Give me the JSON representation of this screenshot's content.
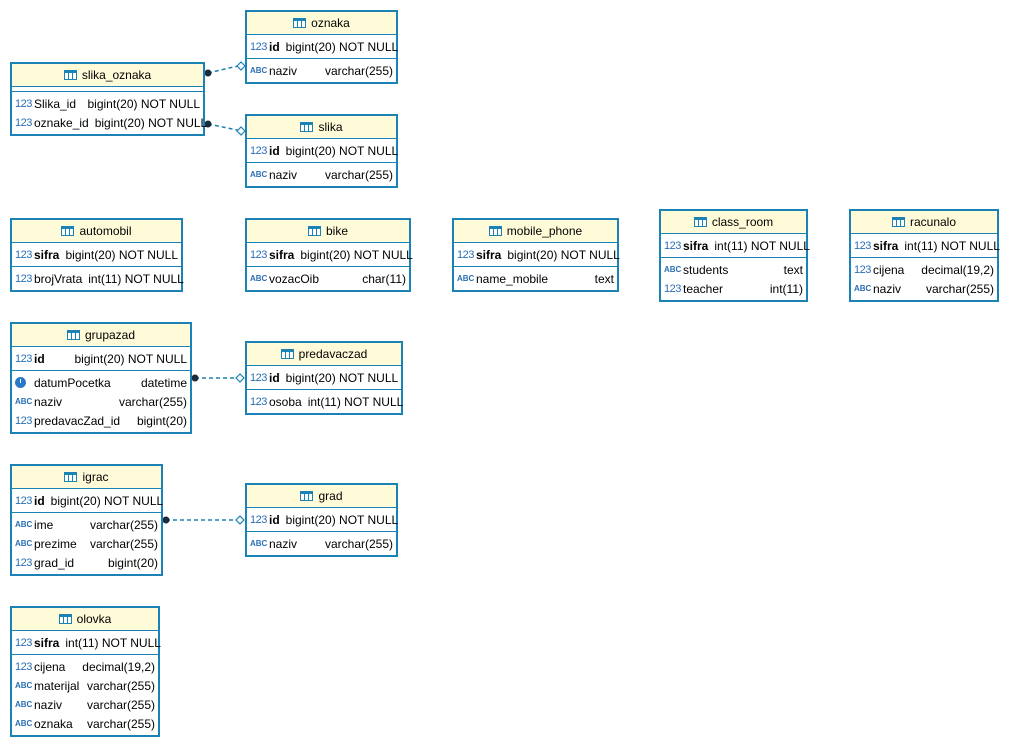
{
  "tables": {
    "oznaka": {
      "name": "oznaka",
      "pk": [
        {
          "icon": "numeric-key-icon",
          "name": "id",
          "type": "bigint(20) NOT NULL"
        }
      ],
      "cols": [
        {
          "icon": "string-icon",
          "name": "naziv",
          "type": "varchar(255)"
        }
      ]
    },
    "slika_oznaka": {
      "name": "slika_oznaka",
      "pk": [],
      "cols": [
        {
          "icon": "numeric-fk-icon",
          "name": "Slika_id",
          "type": "bigint(20) NOT NULL"
        },
        {
          "icon": "numeric-fk-icon",
          "name": "oznake_id",
          "type": "bigint(20) NOT NULL"
        }
      ]
    },
    "slika": {
      "name": "slika",
      "pk": [
        {
          "icon": "numeric-key-icon",
          "name": "id",
          "type": "bigint(20) NOT NULL"
        }
      ],
      "cols": [
        {
          "icon": "string-icon",
          "name": "naziv",
          "type": "varchar(255)"
        }
      ]
    },
    "automobil": {
      "name": "automobil",
      "pk": [
        {
          "icon": "numeric-key-icon",
          "name": "sifra",
          "type": "bigint(20) NOT NULL"
        }
      ],
      "cols": [
        {
          "icon": "numeric-icon",
          "name": "brojVrata",
          "type": "int(11) NOT NULL"
        }
      ]
    },
    "bike": {
      "name": "bike",
      "pk": [
        {
          "icon": "numeric-key-icon",
          "name": "sifra",
          "type": "bigint(20) NOT NULL"
        }
      ],
      "cols": [
        {
          "icon": "string-icon",
          "name": "vozacOib",
          "type": "char(11)"
        }
      ]
    },
    "mobile_phone": {
      "name": "mobile_phone",
      "pk": [
        {
          "icon": "numeric-key-icon",
          "name": "sifra",
          "type": "bigint(20) NOT NULL"
        }
      ],
      "cols": [
        {
          "icon": "string-icon",
          "name": "name_mobile",
          "type": "text"
        }
      ]
    },
    "class_room": {
      "name": "class_room",
      "pk": [
        {
          "icon": "numeric-key-icon",
          "name": "sifra",
          "type": "int(11) NOT NULL"
        }
      ],
      "cols": [
        {
          "icon": "string-icon",
          "name": "students",
          "type": "text"
        },
        {
          "icon": "numeric-icon",
          "name": "teacher",
          "type": "int(11)"
        }
      ]
    },
    "racunalo": {
      "name": "racunalo",
      "pk": [
        {
          "icon": "numeric-key-icon",
          "name": "sifra",
          "type": "int(11) NOT NULL"
        }
      ],
      "cols": [
        {
          "icon": "numeric-icon",
          "name": "cijena",
          "type": "decimal(19,2)"
        },
        {
          "icon": "string-icon",
          "name": "naziv",
          "type": "varchar(255)"
        }
      ]
    },
    "grupazad": {
      "name": "grupazad",
      "pk": [
        {
          "icon": "numeric-key-icon",
          "name": "id",
          "type": "bigint(20) NOT NULL"
        }
      ],
      "cols": [
        {
          "icon": "clock-icon",
          "name": "datumPocetka",
          "type": "datetime"
        },
        {
          "icon": "string-icon",
          "name": "naziv",
          "type": "varchar(255)"
        },
        {
          "icon": "numeric-fk-icon",
          "name": "predavacZad_id",
          "type": "bigint(20)"
        }
      ]
    },
    "predavaczad": {
      "name": "predavaczad",
      "pk": [
        {
          "icon": "numeric-key-icon",
          "name": "id",
          "type": "bigint(20) NOT NULL"
        }
      ],
      "cols": [
        {
          "icon": "numeric-icon",
          "name": "osoba",
          "type": "int(11) NOT NULL"
        }
      ]
    },
    "igrac": {
      "name": "igrac",
      "pk": [
        {
          "icon": "numeric-key-icon",
          "name": "id",
          "type": "bigint(20) NOT NULL"
        }
      ],
      "cols": [
        {
          "icon": "string-icon",
          "name": "ime",
          "type": "varchar(255)"
        },
        {
          "icon": "string-icon",
          "name": "prezime",
          "type": "varchar(255)"
        },
        {
          "icon": "numeric-fk-icon",
          "name": "grad_id",
          "type": "bigint(20)"
        }
      ]
    },
    "grad": {
      "name": "grad",
      "pk": [
        {
          "icon": "numeric-key-icon",
          "name": "id",
          "type": "bigint(20) NOT NULL"
        }
      ],
      "cols": [
        {
          "icon": "string-icon",
          "name": "naziv",
          "type": "varchar(255)"
        }
      ]
    },
    "olovka": {
      "name": "olovka",
      "pk": [
        {
          "icon": "numeric-key-icon",
          "name": "sifra",
          "type": "int(11) NOT NULL"
        }
      ],
      "cols": [
        {
          "icon": "numeric-icon",
          "name": "cijena",
          "type": "decimal(19,2)"
        },
        {
          "icon": "string-icon",
          "name": "materijal",
          "type": "varchar(255)"
        },
        {
          "icon": "string-icon",
          "name": "naziv",
          "type": "varchar(255)"
        },
        {
          "icon": "string-icon",
          "name": "oznaka",
          "type": "varchar(255)"
        }
      ]
    }
  },
  "relations": [
    {
      "from": "slika_oznaka",
      "to": "oznaka"
    },
    {
      "from": "slika_oznaka",
      "to": "slika"
    },
    {
      "from": "grupazad",
      "to": "predavaczad"
    },
    {
      "from": "igrac",
      "to": "grad"
    }
  ],
  "colors": {
    "border": "#1b82b5",
    "header_bg": "#fffbd8",
    "icon": "#2a6fb4"
  }
}
